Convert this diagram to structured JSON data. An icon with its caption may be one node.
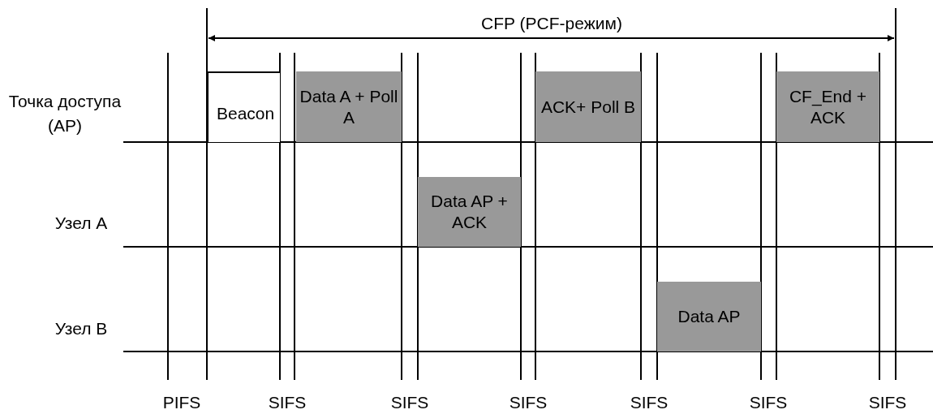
{
  "diagram": {
    "nodes": [
      {
        "text": [
          "Beacon"
        ]
      },
      {
        "text": [
          "Data A + Poll A"
        ]
      },
      {
        "text": [
          "Data AP + ACK"
        ]
      },
      {
        "text": [
          "ACK+ Poll B"
        ]
      },
      {
        "text": [
          "Data AP"
        ]
      },
      {
        "text": [
          "CF_End + ACK"
        ]
      }
    ],
    "labels": [
      "CFP (PCF-режим)",
      "Точка доступа (AP)",
      "Узел A",
      "Узел B",
      "PIFS",
      "SIFS",
      "SIFS",
      "SIFS",
      "SIFS",
      "SIFS",
      "SIFS"
    ]
  }
}
